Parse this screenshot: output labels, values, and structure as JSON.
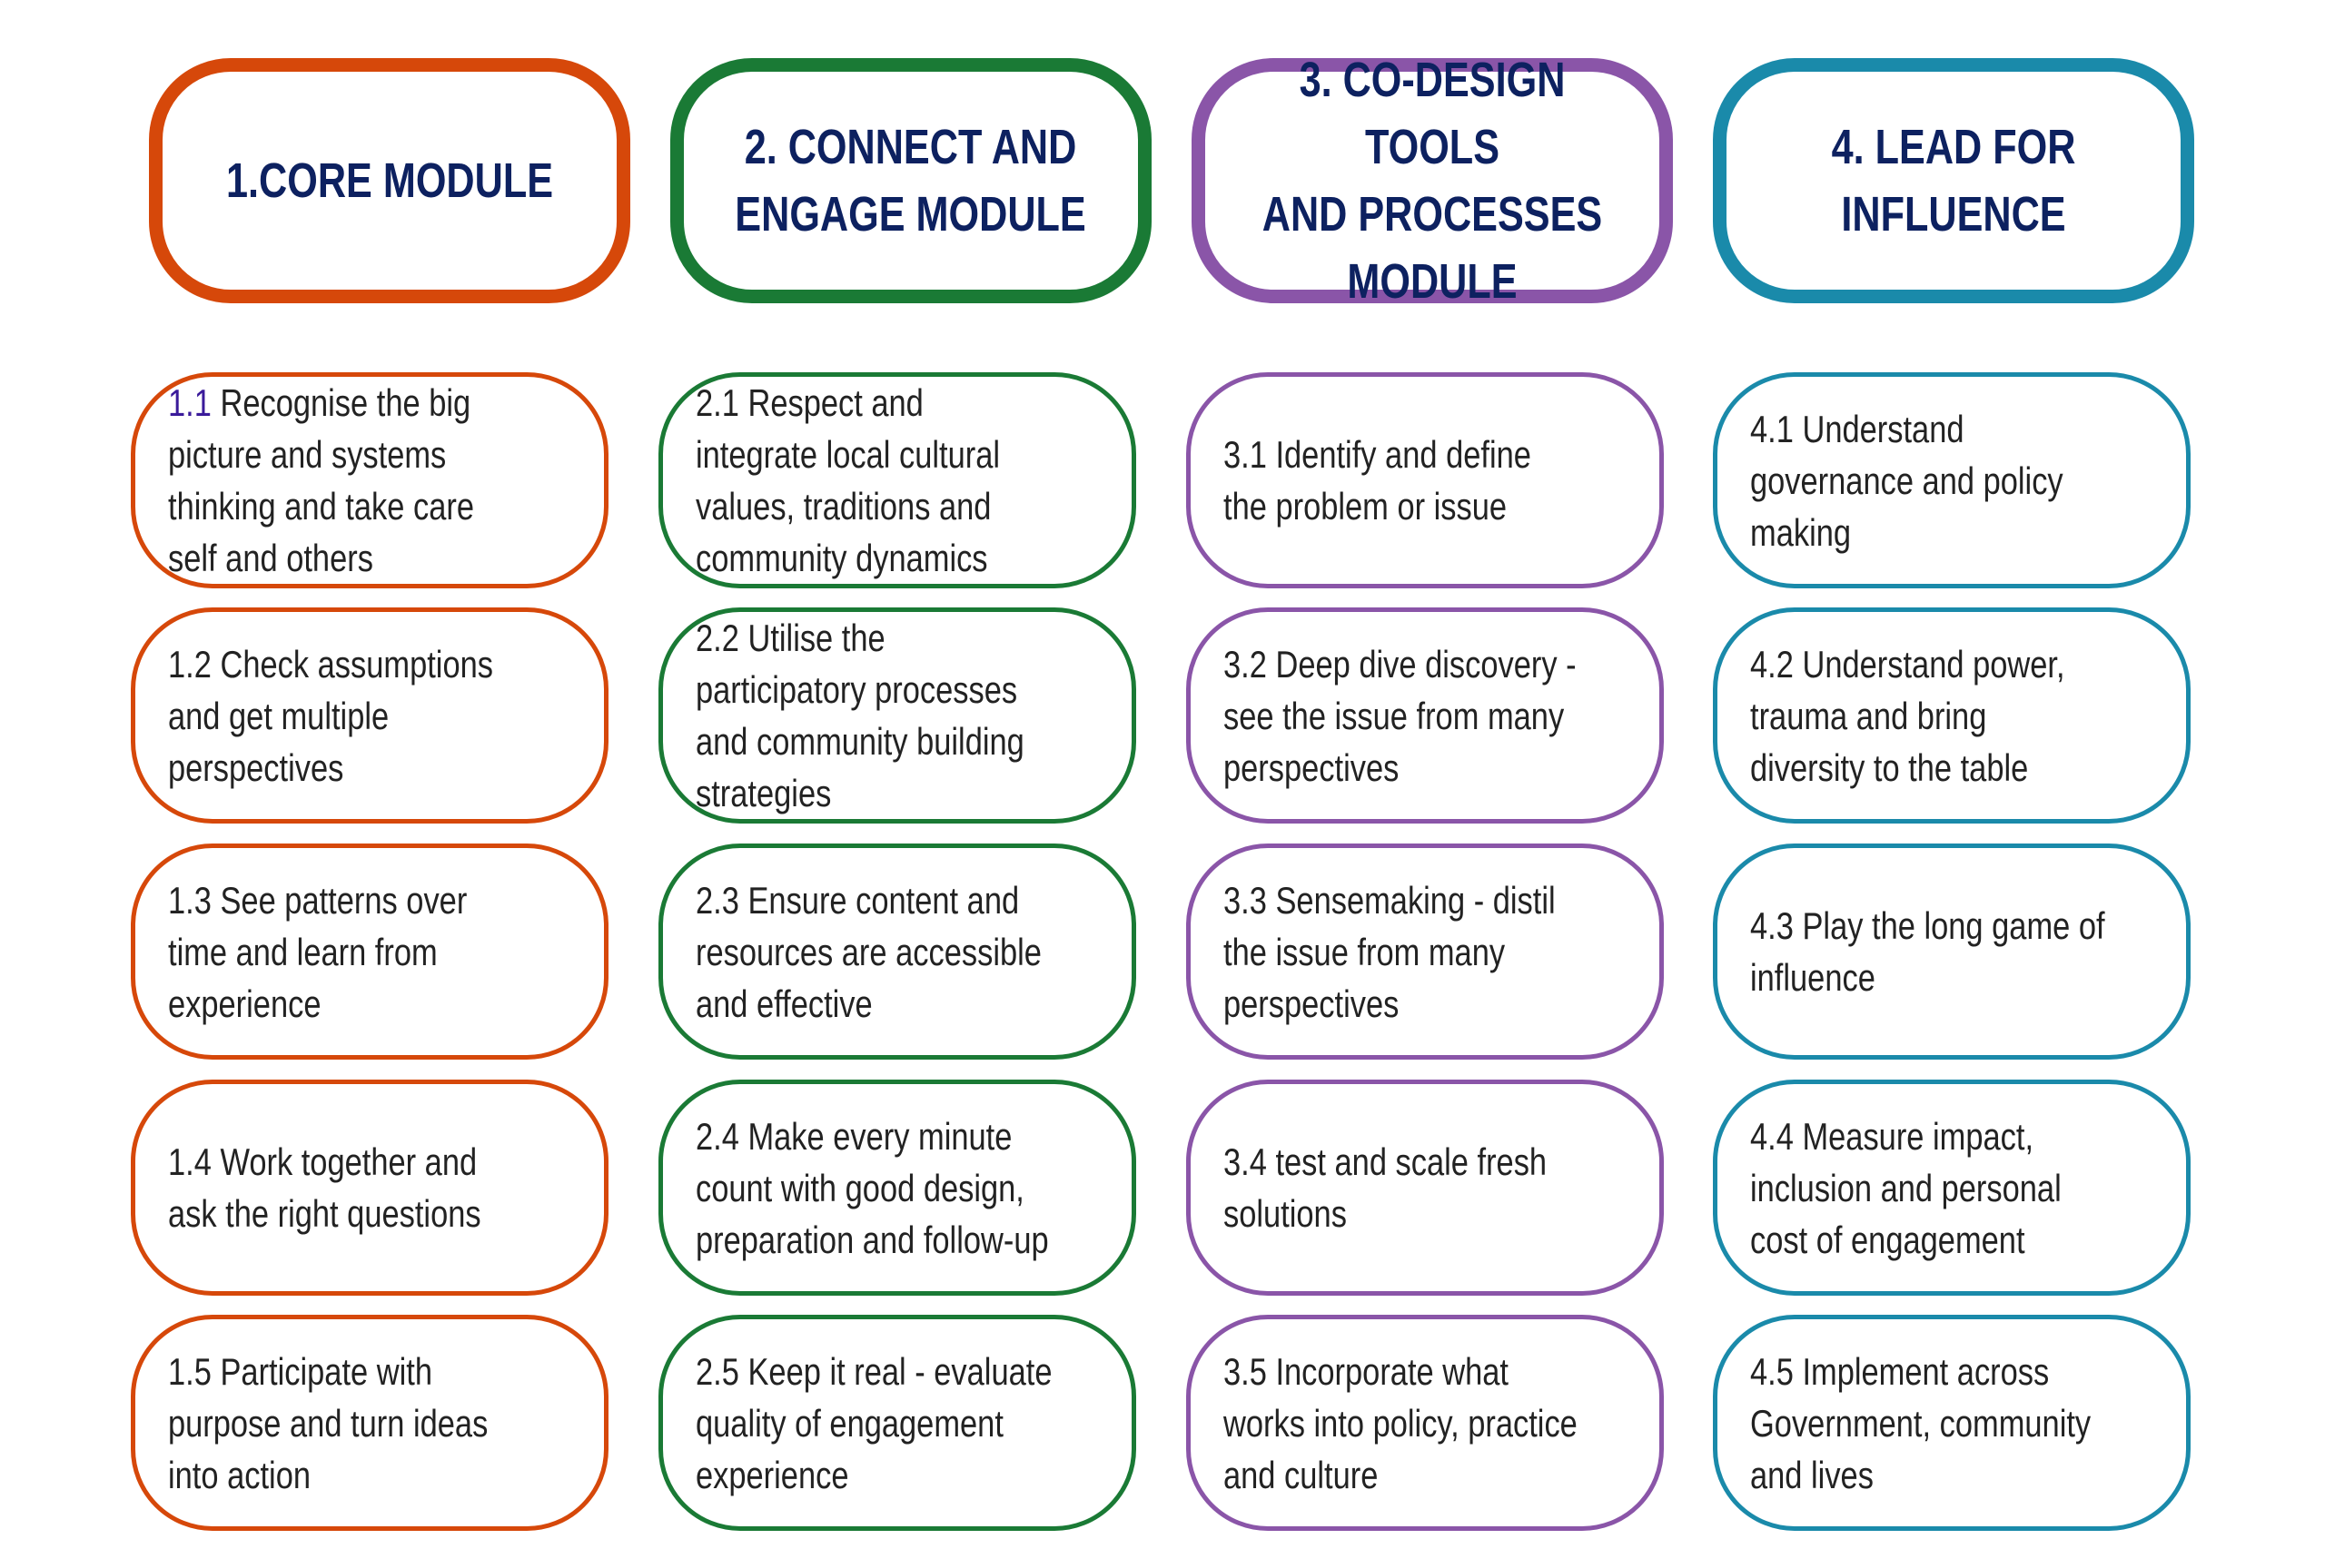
{
  "colors": {
    "core": "#d6480a",
    "connect": "#1a7a35",
    "codesign": "#8a55a8",
    "lead": "#1a8aaa",
    "title": "#0d2160"
  },
  "modules": [
    {
      "title": "1.CORE MODULE",
      "items": [
        {
          "num": "1.1",
          "text": "Recognise the big picture and systems thinking and take care self and others"
        },
        {
          "num": "",
          "text": "1.2 Check assumptions and get multiple perspectives"
        },
        {
          "num": "",
          "text": "1.3 See patterns over time and learn from experience"
        },
        {
          "num": "",
          "text": "1.4 Work together and ask the right questions"
        },
        {
          "num": "",
          "text": "1.5 Participate with purpose and turn ideas into action"
        }
      ]
    },
    {
      "title": "2. CONNECT AND\nENGAGE MODULE",
      "items": [
        {
          "num": "",
          "text": "2.1 Respect and integrate local cultural values, traditions and community dynamics"
        },
        {
          "num": "",
          "text": "2.2 Utilise the participatory processes and community building strategies"
        },
        {
          "num": "",
          "text": "2.3 Ensure content and resources are accessible and effective"
        },
        {
          "num": "",
          "text": "2.4 Make every minute count with good design, preparation and follow-up"
        },
        {
          "num": "",
          "text": "2.5 Keep it real - evaluate quality of engagement experience"
        }
      ]
    },
    {
      "title": "3. CO-DESIGN TOOLS\nAND PROCESSES\nMODULE",
      "items": [
        {
          "num": "",
          "text": "3.1 Identify and define the problem or issue"
        },
        {
          "num": "",
          "text": "3.2 Deep dive discovery - see the issue from many perspectives"
        },
        {
          "num": "",
          "text": "3.3 Sensemaking - distil the issue from many perspectives"
        },
        {
          "num": "",
          "text": "3.4 test and scale fresh solutions"
        },
        {
          "num": "",
          "text": "3.5 Incorporate what works into policy, practice and culture"
        }
      ]
    },
    {
      "title": "4. LEAD FOR\nINFLUENCE",
      "items": [
        {
          "num": "",
          "text": "4.1 Understand governance and policy making"
        },
        {
          "num": "",
          "text": "4.2 Understand power, trauma and bring diversity to the table"
        },
        {
          "num": "",
          "text": "4.3 Play the long game of influence"
        },
        {
          "num": "",
          "text": "4.4 Measure impact, inclusion and personal cost of engagement"
        },
        {
          "num": "",
          "text": "4.5 Implement across Government, community and lives"
        }
      ]
    }
  ]
}
